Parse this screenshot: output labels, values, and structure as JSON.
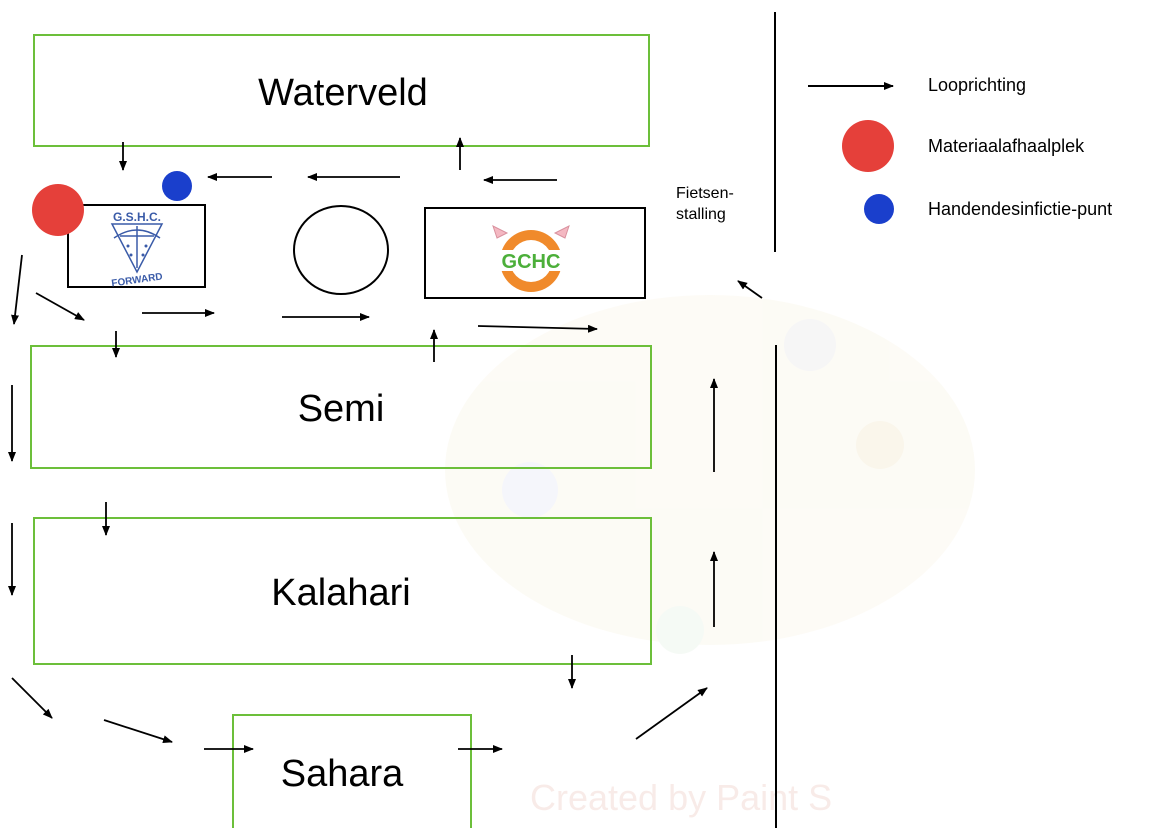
{
  "fields": {
    "waterveld": "Waterveld",
    "semi": "Semi",
    "kalahari": "Kalahari",
    "sahara": "Sahara"
  },
  "bike_parking": [
    "Fietsen-",
    "stalling"
  ],
  "legend": {
    "walking_direction": "Looprichting",
    "material_pickup": "Materiaalafhaalplek",
    "hand_disinfection": "Handendesinfictie-punt"
  },
  "clubhouses": {
    "gshc_logo": {
      "top": "G.S.H.C.",
      "bottom": "FORWARD"
    },
    "gchc_logo": "GCHC"
  },
  "watermark": "Created by Paint S",
  "colors": {
    "field_border": "#6cbf3a",
    "material_pickup": "#e5403a",
    "hand_disinfection": "#1a3fcc",
    "gchc_orange": "#f08a2b",
    "gchc_green": "#4caf3a",
    "gshc_blue": "#3a5ba8"
  }
}
